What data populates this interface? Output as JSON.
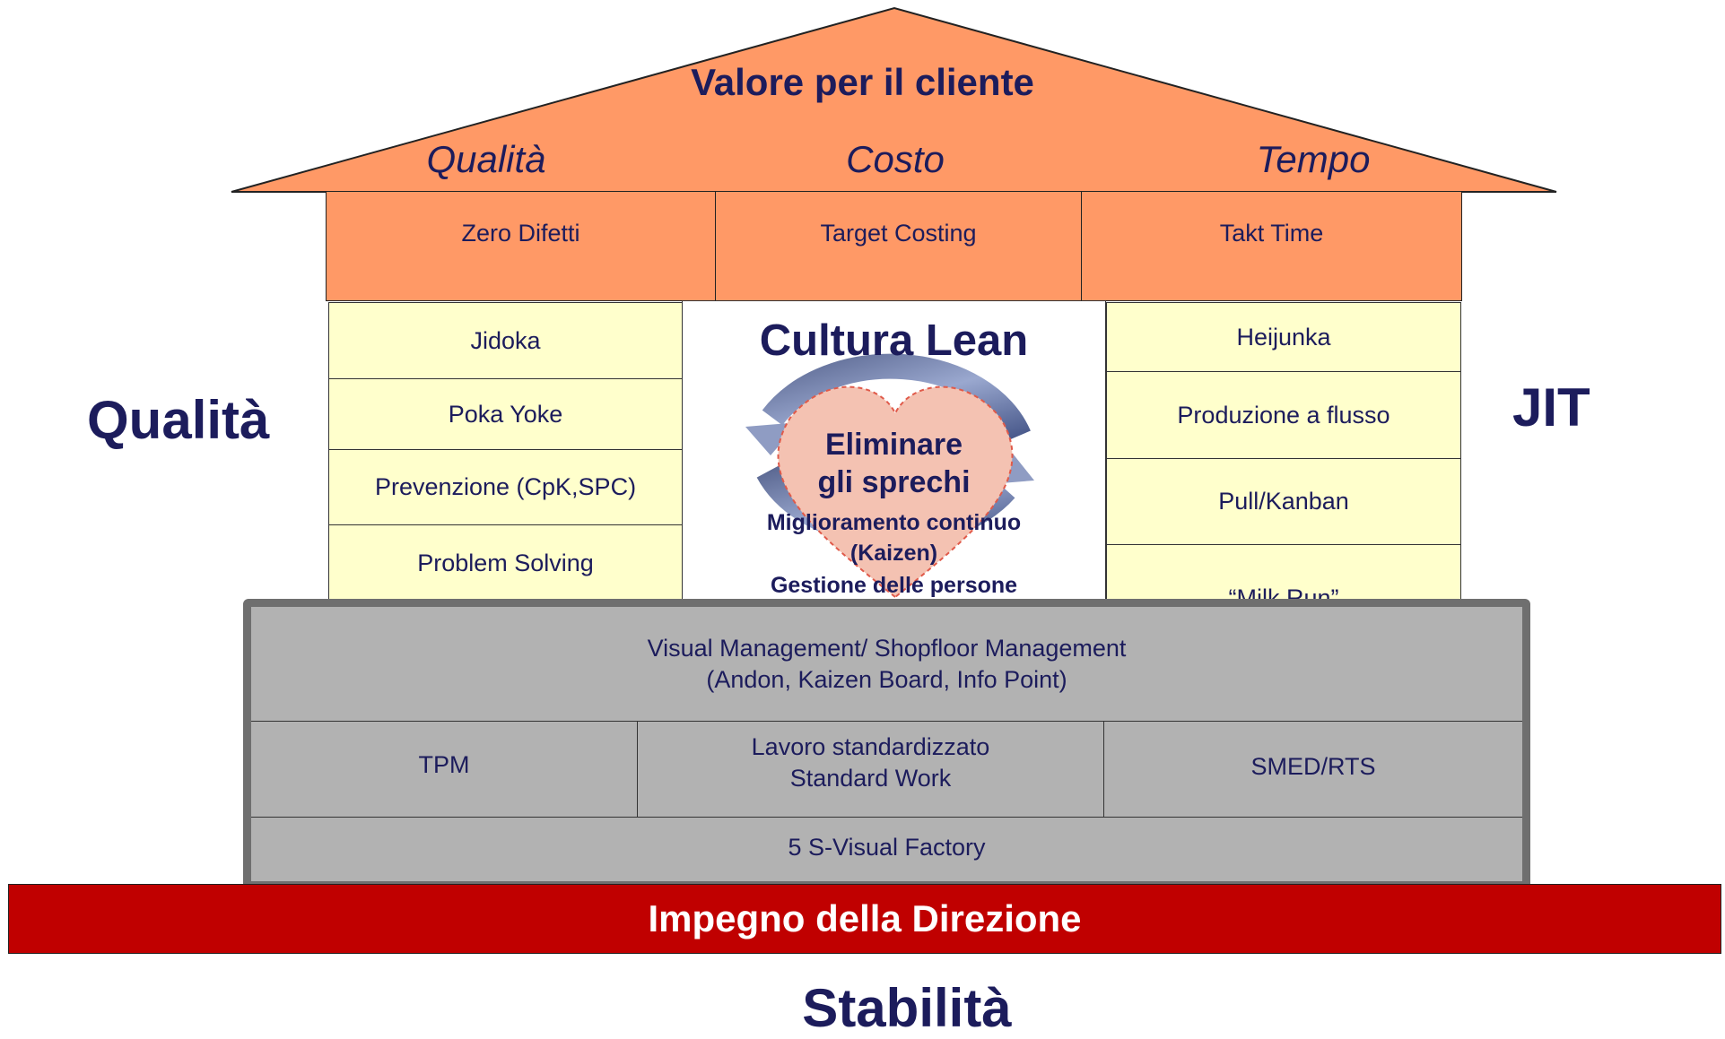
{
  "roof": {
    "title": "Valore per il cliente",
    "subtitles": [
      "Qualità",
      "Costo",
      "Tempo"
    ],
    "cells": [
      "Zero Difetti",
      "Target Costing",
      "Takt Time"
    ]
  },
  "left_pillar": {
    "label": "Qualità",
    "items": [
      "Jidoka",
      "Poka Yoke",
      "Prevenzione (CpK,SPC)",
      "Problem Solving"
    ]
  },
  "right_pillar": {
    "label": "JIT",
    "items": [
      "Heijunka",
      "Produzione a flusso",
      "Pull/Kanban",
      "“Milk Run”"
    ]
  },
  "center": {
    "title": "Cultura Lean",
    "heart_line1": "Eliminare",
    "heart_line2": "gli sprechi",
    "line3": "Miglioramento continuo",
    "line4": "(Kaizen)",
    "line5": "Gestione delle persone"
  },
  "base": {
    "top_line1": "Visual  Management/ Shopfloor  Management",
    "top_line2": "(Andon, Kaizen Board, Info Point)",
    "mid_left": "TPM",
    "mid_center_line1": "Lavoro standardizzato",
    "mid_center_line2": "Standard Work",
    "mid_right": "SMED/RTS",
    "bottom": "5 S-Visual Factory"
  },
  "foundation": "Impegno della Direzione",
  "bottom_label": "Stabilità",
  "colors": {
    "roof": "#ff9966",
    "pillar": "#ffffcc",
    "base": "#b2b2b2",
    "foundation": "#c00000",
    "text": "#1c1c5c",
    "heart": "#f4c2b2"
  }
}
